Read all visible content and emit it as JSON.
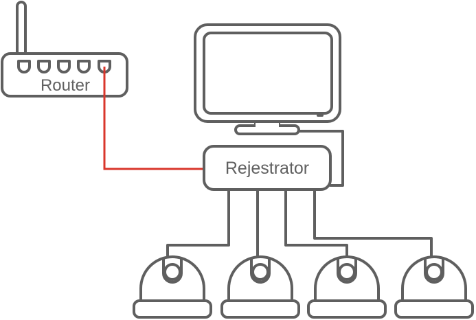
{
  "labels": {
    "router": "Router",
    "recorder": "Rejestrator"
  },
  "colors": {
    "line": "#5f5f5f",
    "network_cable": "#d9362b"
  },
  "camera_count": 4
}
